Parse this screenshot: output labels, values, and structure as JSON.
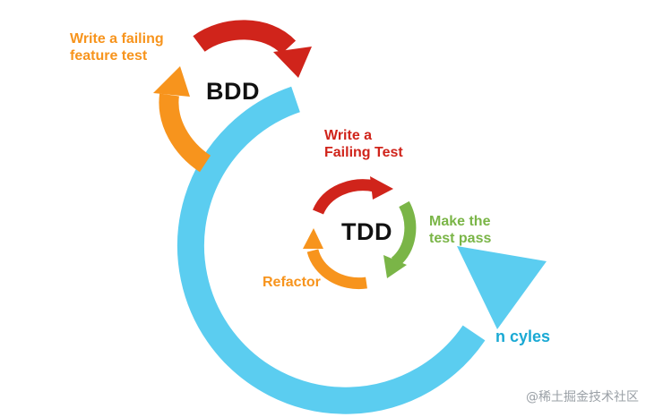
{
  "bdd": {
    "write_failing_line1": "Write a failing",
    "write_failing_line2": "feature test",
    "title": "BDD"
  },
  "tdd": {
    "title": "TDD",
    "write_line1": "Write a",
    "write_line2": "Failing Test",
    "pass_line1": "Make the",
    "pass_line2": "test pass",
    "refactor": "Refactor"
  },
  "cycle_label": "n cyles",
  "watermark": "@稀土掘金技术社区",
  "colors": {
    "big_cycle": "#5bcdf0",
    "red": "#d0241b",
    "orange": "#f7941d",
    "green": "#7ab547",
    "cycle_text": "#1aa9d4"
  }
}
